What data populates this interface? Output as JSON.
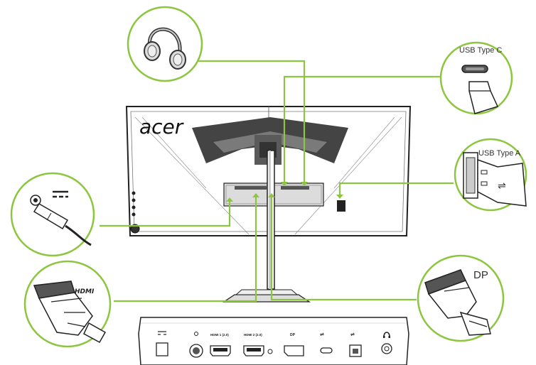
{
  "brand": "acer",
  "callouts": {
    "usb_c": "USB Type C",
    "usb_a": "USB Type A",
    "dp": "DP",
    "hdmi": "HDMI",
    "dc": "DC"
  },
  "port_panel": {
    "hdmi1": "HDMI 1 (2.0)",
    "hdmi2": "HDMI 2 (2.0)",
    "dp": "DP"
  },
  "colors": {
    "accent": "#8cc63f",
    "line": "#222222",
    "panel_dark": "#333333"
  },
  "icons": [
    "headphones-icon",
    "usb-type-c-connector-icon",
    "usb-type-a-connector-icon",
    "dc-power-connector-icon",
    "hdmi-connector-icon",
    "displayport-connector-icon"
  ]
}
